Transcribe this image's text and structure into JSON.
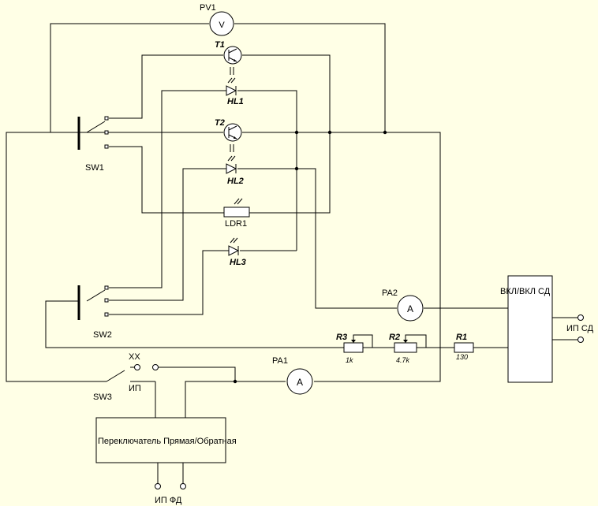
{
  "components": {
    "pv1": {
      "ref": "PV1",
      "symbol": "V"
    },
    "t1": {
      "ref": "T1"
    },
    "t2": {
      "ref": "T2"
    },
    "hl1": {
      "ref": "HL1"
    },
    "hl2": {
      "ref": "HL2"
    },
    "hl3": {
      "ref": "HL3"
    },
    "ldr1": {
      "ref": "LDR1"
    },
    "sw1": {
      "ref": "SW1"
    },
    "sw2": {
      "ref": "SW2"
    },
    "sw3": {
      "ref": "SW3",
      "pos_xx": "XX",
      "pos_ip": "ИП"
    },
    "pa1": {
      "ref": "PA1",
      "symbol": "A"
    },
    "pa2": {
      "ref": "PA2",
      "symbol": "A"
    },
    "r1": {
      "ref": "R1",
      "value": "130"
    },
    "r2": {
      "ref": "R2",
      "value": "4.7k"
    },
    "r3": {
      "ref": "R3",
      "value": "1k"
    },
    "onoff": {
      "label": "ВКЛ/ВКЛ СД",
      "out_label": "ИП СД"
    },
    "switcher": {
      "label": "Переключатель Прямая/Обратная",
      "out_label": "ИП ФД"
    }
  }
}
